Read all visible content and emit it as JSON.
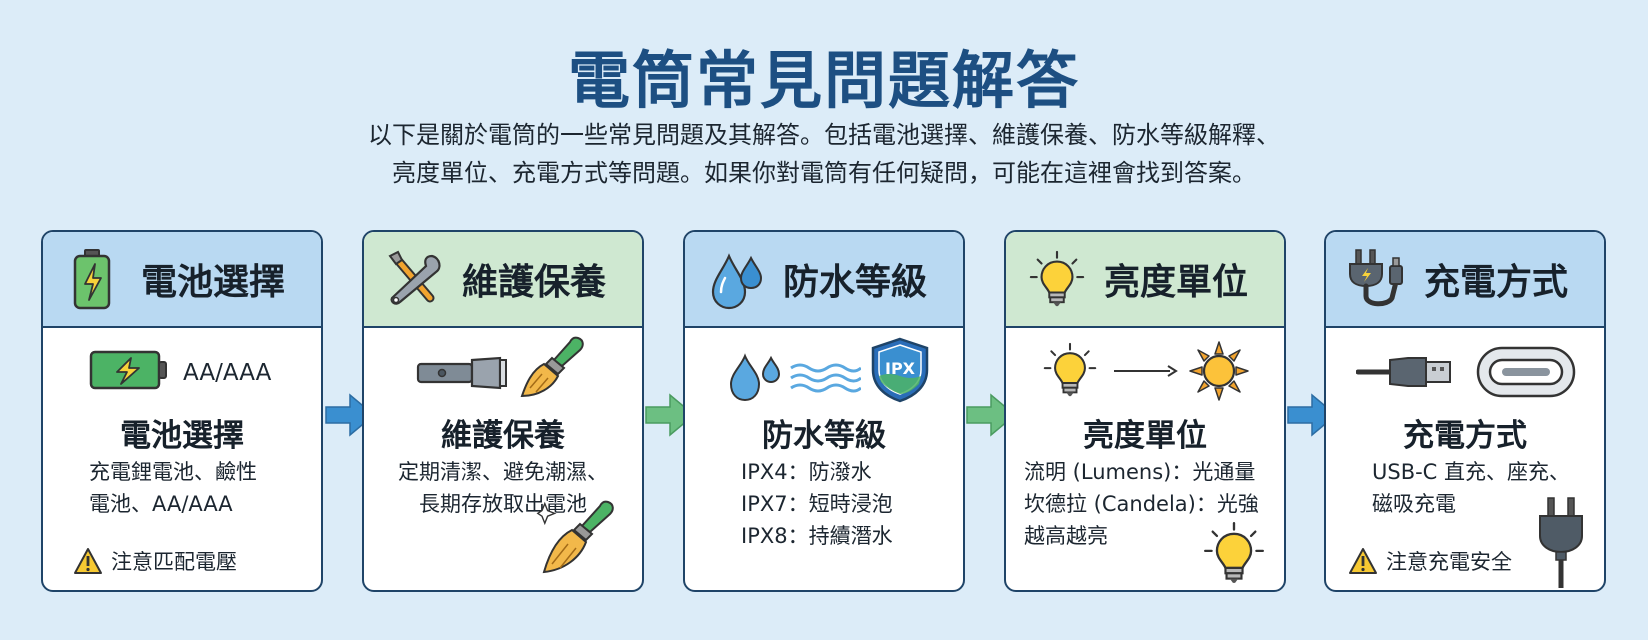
{
  "title": "電筒常見問題解答",
  "subtitle_lines": [
    "以下是關於電筒的一些常見問題及其解答。包括電池選擇、維護保養、防水等級解釋、",
    "亮度單位、充電方式等問題。如果你對電筒有任何疑問，可能在這裡會找到答案。"
  ],
  "cards": [
    {
      "head_title": "電池選擇",
      "head_color": "blue",
      "head_icon": "battery-charging-icon",
      "mid_label": "AA/AAA",
      "sub_title": "電池選擇",
      "desc_lines": [
        "充電鋰電池、鹼性",
        "電池、AA/AAA"
      ],
      "warning": "注意匹配電壓"
    },
    {
      "head_title": "維護保養",
      "head_color": "green",
      "head_icon": "tools-icon",
      "sub_title": "維護保養",
      "desc_lines": [
        "定期清潔、避免潮濕、",
        "長期存放取出電池"
      ],
      "warning": ""
    },
    {
      "head_title": "防水等級",
      "head_color": "blue",
      "head_icon": "water-drops-icon",
      "badge": "IPX",
      "sub_title": "防水等級",
      "desc_lines": [
        "IPX4：防潑水",
        "IPX7：短時浸泡",
        "IPX8：持續潛水"
      ],
      "warning": ""
    },
    {
      "head_title": "亮度單位",
      "head_color": "green",
      "head_icon": "light-bulb-icon",
      "sub_title": "亮度單位",
      "desc_lines": [
        "流明 (Lumens)：光通量",
        "坎德拉 (Candela)：光強",
        "越高越亮"
      ],
      "warning": ""
    },
    {
      "head_title": "充電方式",
      "head_color": "blue",
      "head_icon": "plug-icon",
      "sub_title": "充電方式",
      "desc_lines": [
        "USB-C 直充、座充、",
        "磁吸充電"
      ],
      "warning": "注意充電安全"
    }
  ],
  "colors": {
    "title": "#1d4f82",
    "head_blue": "#b9d9f2",
    "head_green": "#cfe8d1",
    "arrow_blue": "#3a8fd0",
    "arrow_green": "#6cbf82",
    "border": "#1f4468"
  }
}
